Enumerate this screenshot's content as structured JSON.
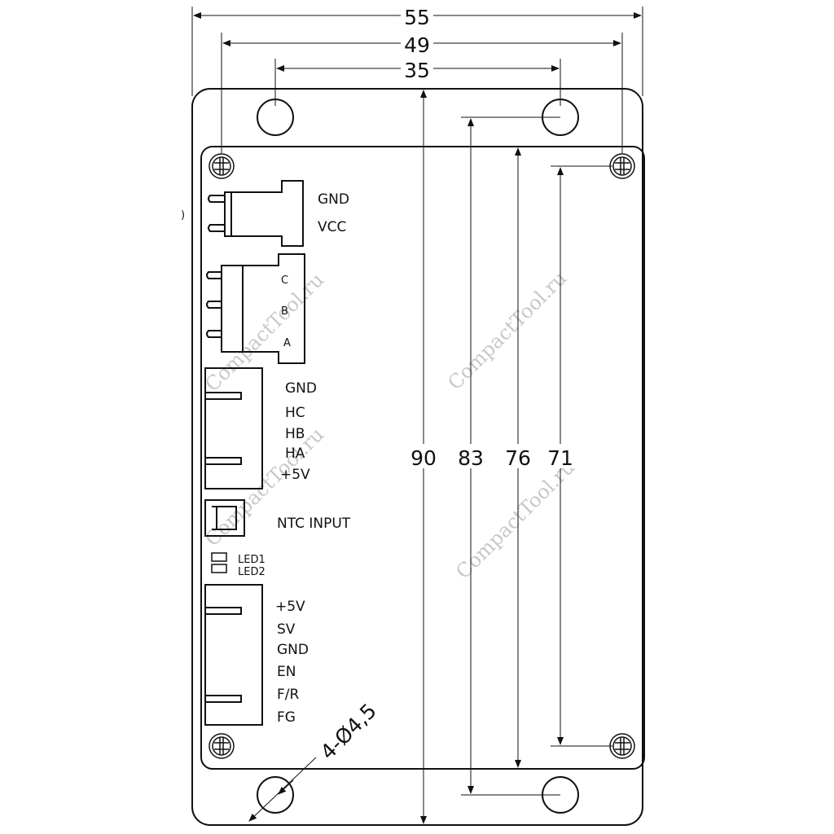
{
  "dimensions": {
    "width_outer": "55",
    "width_mount": "49",
    "width_holes": "35",
    "height_outer": "90",
    "height_holes": "83",
    "height_board": "76",
    "height_mount": "71",
    "hole_spec": "4-Ø4,5"
  },
  "connectors": {
    "power": [
      "GND",
      "VCC"
    ],
    "motor": [
      "C",
      "B",
      "A"
    ],
    "hall": [
      "GND",
      "HC",
      "HB",
      "HA",
      "+5V"
    ],
    "ntc": "NTC INPUT",
    "leds": [
      "LED1",
      "LED2"
    ],
    "control": [
      "+5V",
      "SV",
      "GND",
      "EN",
      "F/R",
      "FG"
    ]
  },
  "watermark": "CompactTool.ru",
  "stray_mark": ")"
}
